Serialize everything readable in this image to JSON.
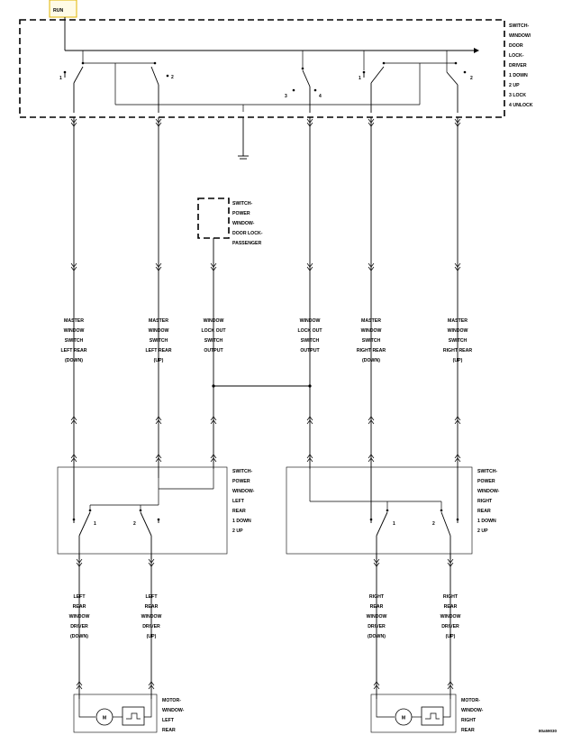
{
  "run_label": "RUN",
  "switch_driver": {
    "lines": [
      "SWITCH-",
      "WINDOW/",
      "DOOR",
      "LOCK-",
      "DRIVER",
      "1 DOWN",
      "2 UP",
      "3 LOCK",
      "4 UNLOCK"
    ],
    "pin_1a": "1",
    "pin_2a": "2",
    "pin_3": "3",
    "pin_4": "4",
    "pin_1b": "1",
    "pin_2b": "2"
  },
  "switch_passenger": {
    "lines": [
      "SWITCH-",
      "POWER",
      "WINDOW-",
      "DOOR LOCK-",
      "PASSENGER"
    ]
  },
  "wire_labels": [
    [
      "MASTER",
      "WINDOW",
      "SWITCH",
      "LEFT REAR",
      "(DOWN)"
    ],
    [
      "MASTER",
      "WINDOW",
      "SWITCH",
      "LEFT REAR",
      "(UP)"
    ],
    [
      "WINDOW",
      "LOCK OUT",
      "SWITCH",
      "OUTPUT"
    ],
    [
      "WINDOW",
      "LOCK OUT",
      "SWITCH",
      "OUTPUT"
    ],
    [
      "MASTER",
      "WINDOW",
      "SWITCH",
      "RIGHT REAR",
      "(DOWN)"
    ],
    [
      "MASTER",
      "WINDOW",
      "SWITCH",
      "RIGHT REAR",
      "(UP)"
    ]
  ],
  "switch_left_rear": {
    "lines": [
      "SWITCH-",
      "POWER",
      "WINDOW-",
      "LEFT",
      "REAR",
      "1 DOWN",
      "2 UP"
    ],
    "pin_1": "1",
    "pin_2": "2"
  },
  "switch_right_rear": {
    "lines": [
      "SWITCH-",
      "POWER",
      "WINDOW-",
      "RIGHT",
      "REAR",
      "1 DOWN",
      "2 UP"
    ],
    "pin_1": "1",
    "pin_2": "2"
  },
  "driver_labels": [
    [
      "LEFT",
      "REAR",
      "WINDOW",
      "DRIVER",
      "(DOWN)"
    ],
    [
      "LEFT",
      "REAR",
      "WINDOW",
      "DRIVER",
      "(UP)"
    ],
    [
      "RIGHT",
      "REAR",
      "WINDOW",
      "DRIVER",
      "(DOWN)"
    ],
    [
      "RIGHT",
      "REAR",
      "WINDOW",
      "DRIVER",
      "(UP)"
    ]
  ],
  "motor_left": {
    "lines": [
      "MOTOR-",
      "WINDOW-",
      "LEFT",
      "REAR"
    ],
    "symbol": "M"
  },
  "motor_right": {
    "lines": [
      "MOTOR-",
      "WINDOW-",
      "RIGHT",
      "REAR"
    ],
    "symbol": "M"
  },
  "figure_id": "80a59030"
}
